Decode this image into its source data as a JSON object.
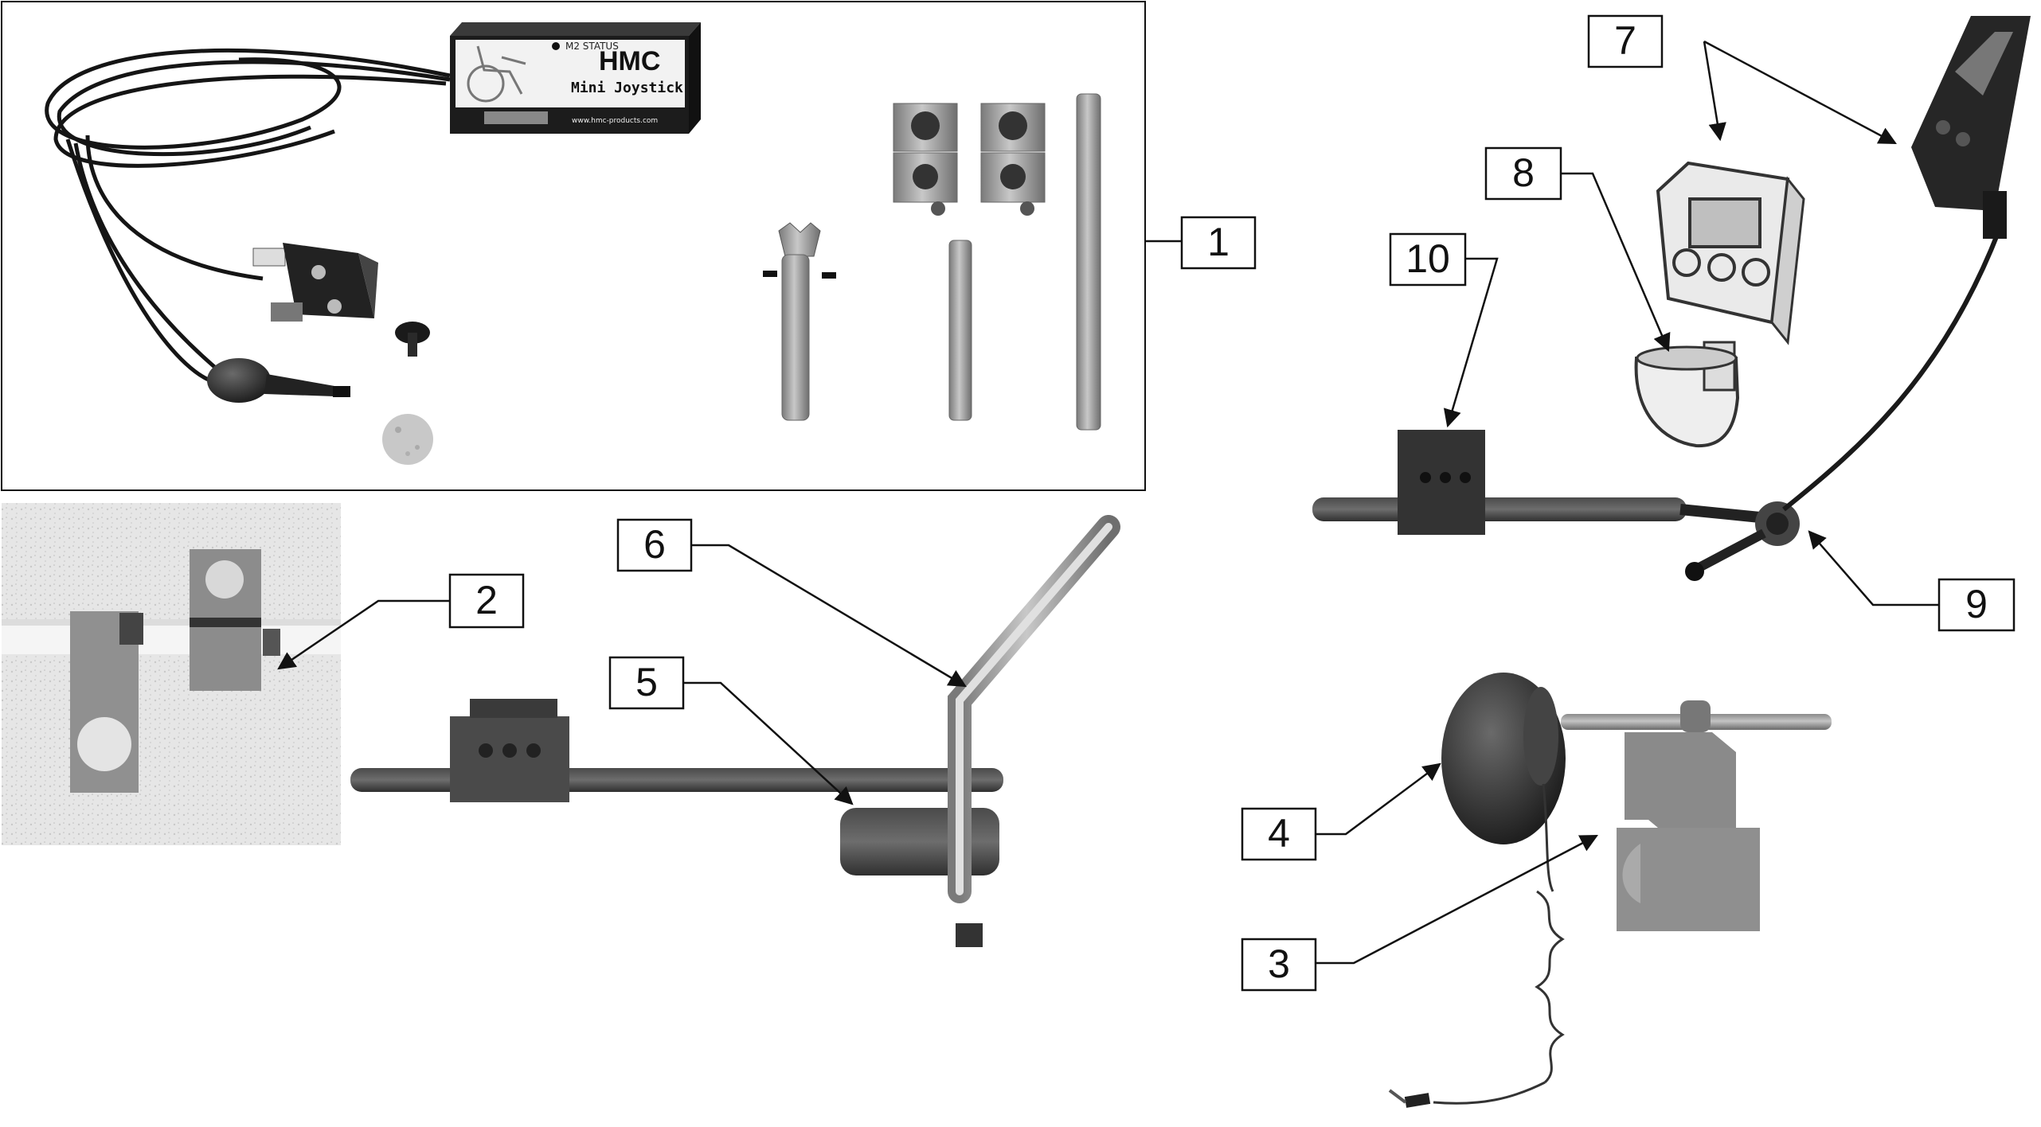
{
  "callouts": [
    {
      "id": "1",
      "label": "1"
    },
    {
      "id": "2",
      "label": "2"
    },
    {
      "id": "3",
      "label": "3"
    },
    {
      "id": "4",
      "label": "4"
    },
    {
      "id": "5",
      "label": "5"
    },
    {
      "id": "6",
      "label": "6"
    },
    {
      "id": "7",
      "label": "7"
    },
    {
      "id": "8",
      "label": "8"
    },
    {
      "id": "9",
      "label": "9"
    },
    {
      "id": "10",
      "label": "10"
    }
  ],
  "module_label": {
    "status": "M2 STATUS",
    "brand": "HMC",
    "product": "Mini Joystick",
    "url": "www.hmc-products.com"
  },
  "colors": {
    "ink": "#111111",
    "metal": "#9a9a9a",
    "dark_metal": "#555555",
    "black_part": "#1e1e1e",
    "light_metal": "#cfcfcf"
  }
}
